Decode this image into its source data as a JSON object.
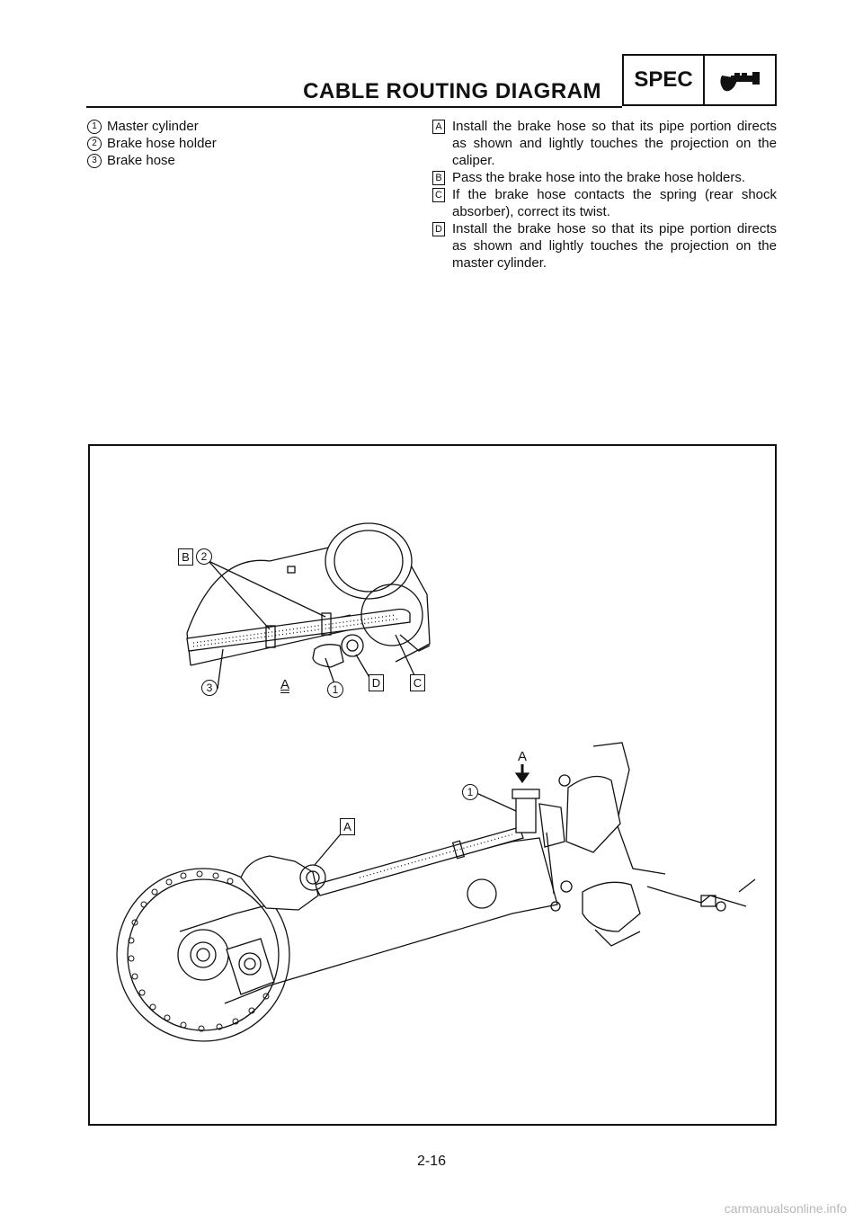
{
  "header": {
    "title": "CABLE ROUTING DIAGRAM",
    "spec_label": "SPEC",
    "spec_icon": "caliper-gauge-icon"
  },
  "legend": [
    {
      "num": "1",
      "text": "Master cylinder"
    },
    {
      "num": "2",
      "text": "Brake hose holder"
    },
    {
      "num": "3",
      "text": "Brake hose"
    }
  ],
  "notes": [
    {
      "key": "A",
      "text": "Install the brake hose so that its pipe portion directs as shown and lightly touches the projection on the caliper."
    },
    {
      "key": "B",
      "text": "Pass the brake hose into the brake hose holders."
    },
    {
      "key": "C",
      "text": "If the brake hose contacts the spring (rear shock absorber), correct its twist."
    },
    {
      "key": "D",
      "text": "Install the brake hose so that its pipe portion directs as shown and lightly touches the projection on the master cylinder."
    }
  ],
  "figure": {
    "upper_callouts": {
      "b_box": "B",
      "n2": "2",
      "n3": "3",
      "a_view": "A",
      "n1": "1",
      "d_box": "D",
      "c_box": "C"
    },
    "lower_callouts": {
      "a_arrow": "A",
      "n1": "1",
      "a_box": "A"
    }
  },
  "page_number": "2-16",
  "footer_site": "carmanualsonline.info"
}
